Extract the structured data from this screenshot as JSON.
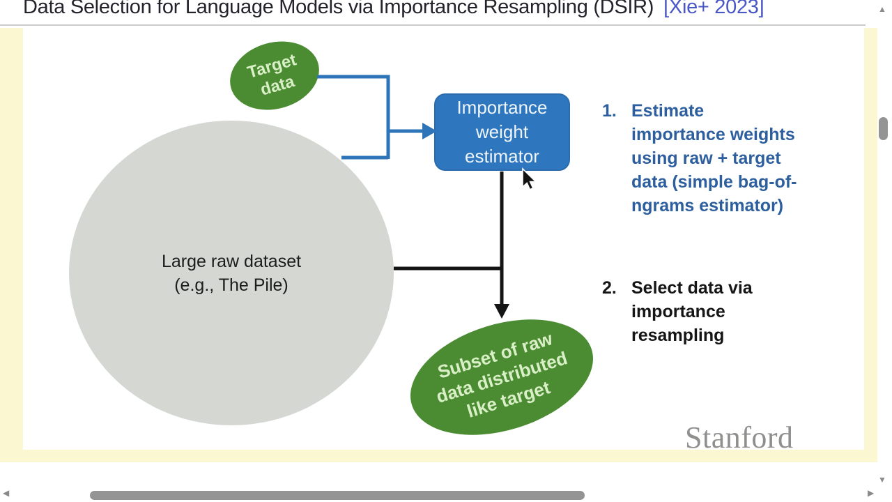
{
  "title": {
    "main": "Data Selection for Language Models via Importance Resampling (DSIR)",
    "citation": "[Xie+ 2023]"
  },
  "diagram": {
    "target_label": "Target\ndata",
    "raw_label": "Large raw dataset\n(e.g., The Pile)",
    "estimator_label": "Importance\nweight\nestimator",
    "subset_label": "Subset of raw\ndata distributed\nlike target"
  },
  "steps": [
    {
      "number": "1.",
      "text": "Estimate\nimportance weights\nusing raw + target\ndata (simple bag-of-\nngrams estimator)"
    },
    {
      "number": "2.",
      "text": "Select data via\nimportance\nresampling"
    }
  ],
  "logo": "Stanford",
  "scrollbars": {
    "up_arrow": "▲",
    "down_arrow": "▼",
    "left_arrow": "◀",
    "right_arrow": "▶"
  },
  "colors": {
    "ellipse_green": "#4b8c33",
    "ellipse_text": "#d9efc6",
    "estimator_blue": "#2e76bd",
    "connector_blue": "#2e74b8",
    "connector_black": "#141414",
    "circle_gray": "#d5d7d3",
    "step1_blue": "#2d5f9e",
    "citation_blue": "#4a57c6",
    "frame_yellow": "#fbf7d0"
  }
}
